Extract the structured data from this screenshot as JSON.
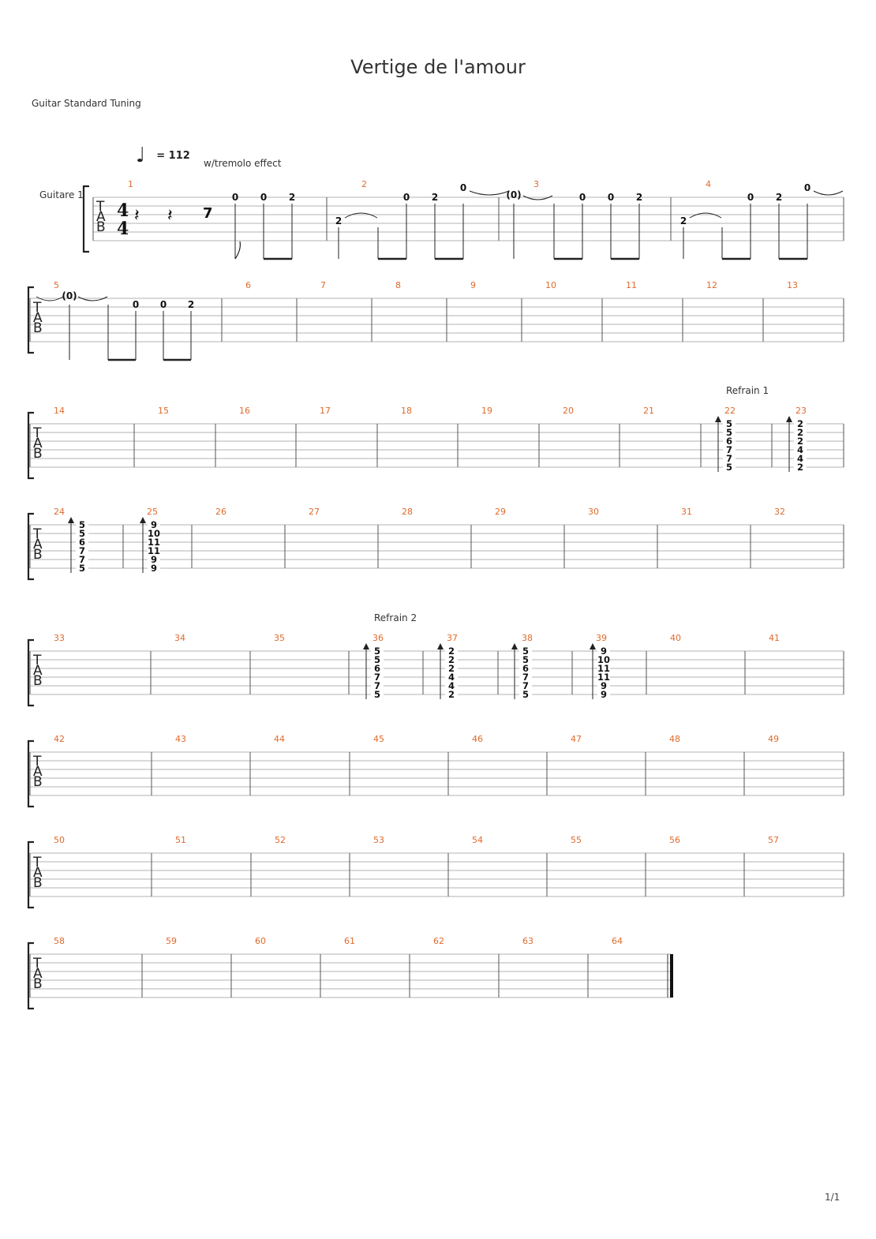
{
  "title": "Vertige de l'amour",
  "tuning": "Guitar Standard Tuning",
  "tempo": {
    "symbol": "♩",
    "value": "= 112"
  },
  "annotation": "w/tremolo effect",
  "instrument": "Guitare 1",
  "time_signature": {
    "top": "4",
    "bottom": "4"
  },
  "tab_letters": [
    "T",
    "A",
    "B"
  ],
  "section_markers": [
    {
      "label": "Refrain 1",
      "measure": 22
    },
    {
      "label": "Refrain 2",
      "measure": 36
    }
  ],
  "chords": {
    "22": [
      "5",
      "5",
      "6",
      "7",
      "7",
      "5"
    ],
    "23": [
      "2",
      "2",
      "2",
      "4",
      "4",
      "2"
    ],
    "24": [
      "5",
      "5",
      "6",
      "7",
      "7",
      "5"
    ],
    "25": [
      "9",
      "10",
      "11",
      "11",
      "9",
      "9"
    ],
    "36": [
      "5",
      "5",
      "6",
      "7",
      "7",
      "5"
    ],
    "37": [
      "2",
      "2",
      "2",
      "4",
      "4",
      "2"
    ],
    "38": [
      "5",
      "5",
      "6",
      "7",
      "7",
      "5"
    ],
    "39": [
      "9",
      "10",
      "11",
      "11",
      "9",
      "9"
    ]
  },
  "intro_notes": {
    "1": [
      "0",
      "0",
      "2"
    ],
    "2": [
      "2",
      "0",
      "2",
      "0"
    ],
    "3": [
      "(0)",
      "0",
      "0",
      "2"
    ],
    "4": [
      "2",
      "0",
      "2",
      "0"
    ],
    "5": [
      "(0)",
      "0",
      "0",
      "2"
    ]
  },
  "total_measures": 64,
  "page": "1/1"
}
